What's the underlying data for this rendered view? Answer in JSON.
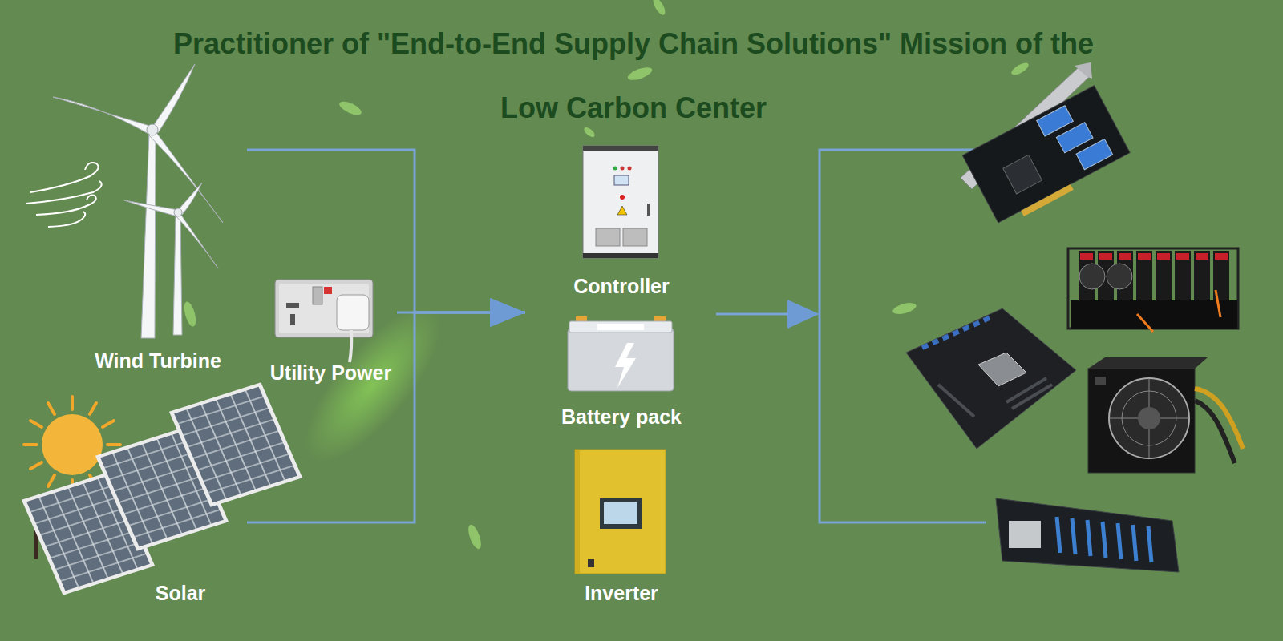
{
  "diagram": {
    "title": "Practitioner of \"End-to-End Supply Chain Solutions\" Mission of the Low Carbon Center",
    "nodes": [
      {
        "text": [
          "Wind Turbine"
        ]
      },
      {
        "text": [
          "Utility Power"
        ]
      },
      {
        "text": [
          "Solar"
        ]
      },
      {
        "text": [
          "Controller"
        ]
      },
      {
        "text": [
          "Battery pack"
        ]
      },
      {
        "text": [
          "Inverter"
        ]
      }
    ],
    "edges": [
      {
        "from": 0,
        "to": 4,
        "arrow": "to"
      },
      {
        "from": 1,
        "to": 4,
        "arrow": "to"
      },
      {
        "from": 2,
        "to": 4,
        "arrow": "to"
      }
    ]
  }
}
